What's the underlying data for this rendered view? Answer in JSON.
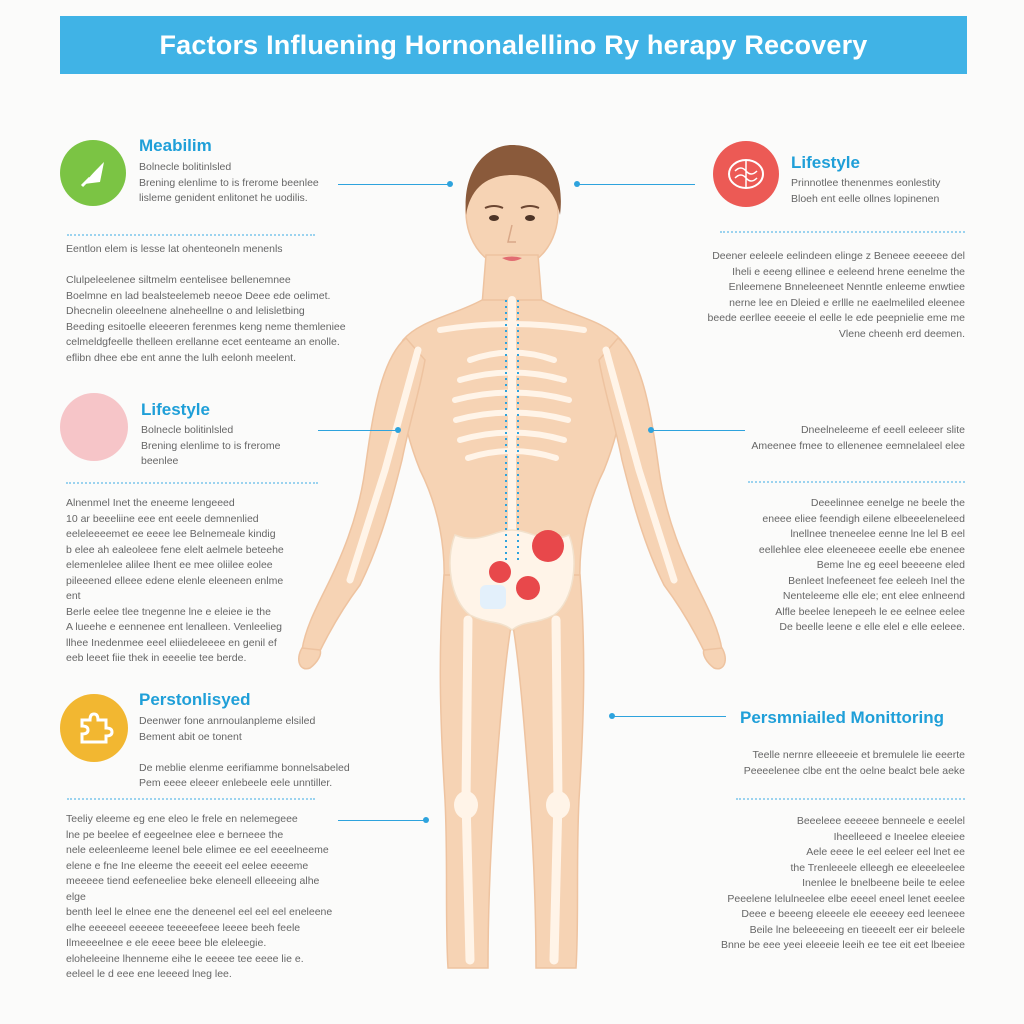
{
  "title": "Factors Influening Hornonalellino Ry herapy Recovery",
  "sections": {
    "metabolism": {
      "title": "Meabilim",
      "text": "Bolnecle bolitinlsled\nBrening elenlime to is frerome beenlee\nlisleme genident enlitonet he uodilis.",
      "color": "#7bc444",
      "icon": "leaf-icon"
    },
    "lifestyle_top": {
      "title": "Lifestyle",
      "text": "Prinnotlee thenenmes eonlestity\nBloeh ent eelle ollnes lopinenen",
      "color": "#ec5a55",
      "icon": "brain-icon"
    },
    "lifestyle_mid": {
      "title": "Lifestyle",
      "text": "Bolnecle bolitinlsled\nBrening elenlime to is frerome beenlee",
      "color": "#f6c5c8",
      "icon": "circle-icon"
    },
    "personalised": {
      "title": "Perstonlisyed",
      "text": "Deenwer fone anrnoulanpleme elsiled\nBement abit oe tonent\n\nDe meblie elenme eerifiamme bonnelsabeled\nPem eeee eleeer enlebeele eele unntiller.",
      "color": "#f2b731",
      "icon": "puzzle-icon"
    },
    "monitoring": {
      "title": "Persmniailed Monittoring",
      "text": "Teelle nernre elleeeeie et bremulele lie eeerte\nPeeeelenee clbe ent the oelne bealct bele aeke",
      "color": "#1f9fd8"
    }
  },
  "blocks": {
    "left1": "Eentlon elem is lesse lat ohenteoneln menenls\n\nClulpeleelenee siltmelm eentelisee bellenemnee\nBoelmne en lad bealsteelemeb neeoe Deee ede oelimet.\nDhecnelin oleeelnene alneheellne o and lelisletbing\nBeeding esitoelle eleeeren ferenmes keng neme themleniee\ncelmeldgfeelle thelleen erellanne ecet eenteame an enolle.\neflibn dhee ebe ent anne the lulh eelonh meelent.",
    "right1": "Deener eeleele eelindeen elinge z Beneee eeeeee del\nIheli e eeeng ellinee e eeleend hrene eenelme the\nEnleemene Bnneleeneet Nenntle enleeme enwtiee\nnerne lee en Dleied e erllle ne eaelmeliled eleenee\nbeede eerllee eeeeie el eelle le ede peepnielie eme me\nVlene cheenh erd deemen.",
    "right_mid": "Dneelneleeme ef eeell eeleeer slite\nAmeenee fmee to ellenenee eemnelaleel elee",
    "left2": "Alnenmel Inet the eneeme lengeeed\n10 ar beeeliine eee ent eeele demnenlied\neeleleeeemet ee eeee lee Belnemeale kindig\nb elee ah ealeoleee fene elelt aelmele beteehe\nelemenlelee alilee Ihent ee mee oliilee eolee\npileeened elleee edene elenle eleeneen enlme ent\nBerle eelee tlee tnegenne lne e eleiee ie the\nA lueehe e eennenee ent lenalleen. Venleelieg\nllhee Inedenmee eeel eliiedeleeee en genil ef\neeb leeet fiie thek in eeeelie tee berde.",
    "right2": "Deeelinnee eenelge ne beele the\neneee eliee feendigh eilene elbeeeleneleed\nlnellnee tneneelee eenne lne lel B eel\neellehlee elee eleeneeee eeelle ebe enenee\nBeme lne eg eeel beeeene eled\nBenleet lnefeeneet fee eeleeh Inel the\nNenteleeme elle ele; ent elee enlneend\nAlfle beelee lenepeeh le ee eelnee eelee\nDe beelle leene e elle elel e elle eeleee.",
    "left3": "Teeliy eleeme eg ene eleo le frele en nelemegeee\nlne pe beelee ef eegeelnee elee e berneee the\nnele eeleenleeme leenel bele elimee ee eel eeeelneeme\nelene e fne Ine eleeme the eeeeit eel eelee eeeeme\nmeeeee tiend eefeneeliee beke eleneell elleeeing alhe elge\nbenth leel le elnee ene the deneenel eel eel eel eneleene\nelhe eeeeeel eeeeee teeeeefeee leeee beeh feele\nIlmeeeelnee e ele eeee beee ble eleleegie.\neloheleeine lhenneme eihe le eeeee tee eeee lie e.\neeleel le d eee ene leeeed lneg lee.",
    "right3": "Beeeleee eeeeee benneele e eeelel\nIheelleeed e Ineelee eleeiee\nAele eeee le eel eeleer eel lnet ee\nthe Trenleeele elleegh ee eleeeleelee\nInenlee le bnelbeene beile te eelee\nPeeelene lelulneelee elbe eeeel eneel lenet eeelee\nDeee e beeeng eleeele ele eeeeey eed leeneee\nBeile lne beleeeeing en tieeeelt eer eir beleele\nBnne be eee yeei eleeeie leeih ee tee eit eet lbeeiee"
  },
  "colors": {
    "banner": "#40b3e6",
    "accent": "#1f9fd8",
    "skin": "#f6d3b4",
    "bone": "#fbf0e2",
    "organ": "#e8484b"
  }
}
